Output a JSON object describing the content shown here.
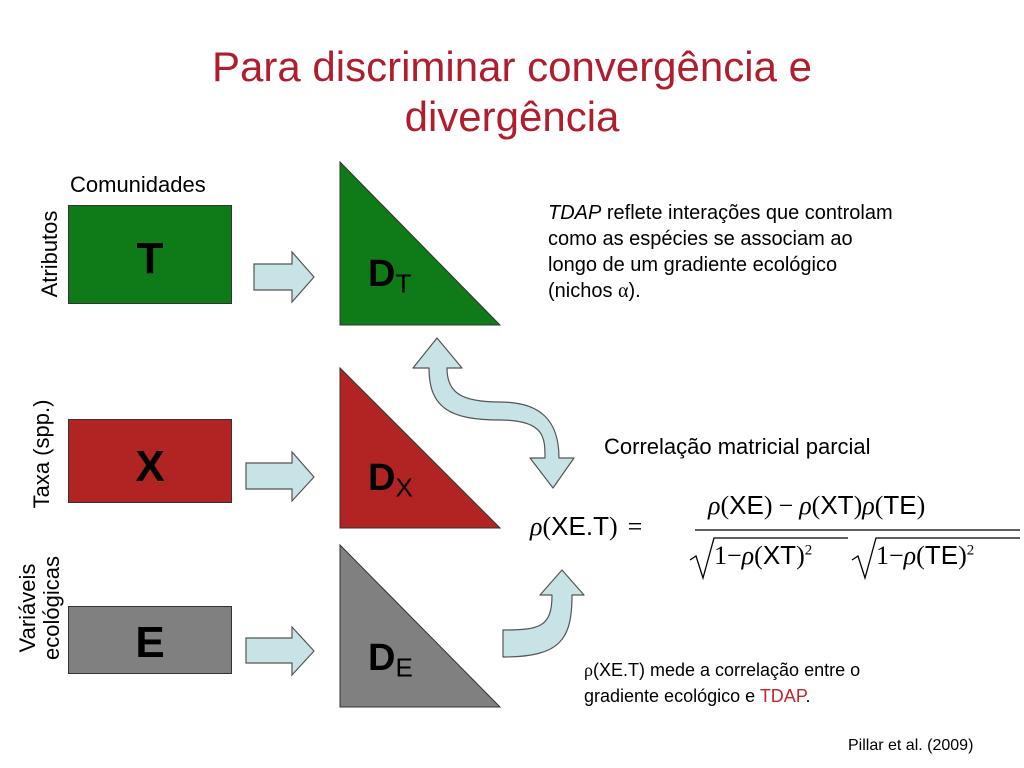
{
  "title": {
    "line1": "Para discriminar convergência e",
    "line2": "divergência"
  },
  "labels": {
    "comunidades": "Comunidades",
    "atributos": "Atributos",
    "taxa": "Taxa (spp.)",
    "variaveis_line1": "Variáveis",
    "variaveis_line2": "ecológicas"
  },
  "matrices": {
    "T": "T",
    "X": "X",
    "E": "E"
  },
  "distance_matrices": {
    "dt_main": "D",
    "dt_sub": "T",
    "dx_main": "D",
    "dx_sub": "X",
    "de_main": "D",
    "de_sub": "E"
  },
  "tdap_note": {
    "italic": "TDAP",
    "line1_rest": " reflete interações que controlam",
    "line2": "como as espécies se associam ao",
    "line3": "longo de um gradiente ecológico",
    "line4_start": "(nichos ",
    "alpha": "α",
    "line4_end": ")."
  },
  "correlation_heading": "Correlação matricial parcial",
  "formula": {
    "rho": "ρ",
    "lhs_args": "XE.T",
    "equals": "=",
    "num_a": "XE",
    "minus": "−",
    "num_b": "XT",
    "num_c": "TE",
    "one": "1",
    "den_a": "XT",
    "den_b": "TE",
    "sq": "2"
  },
  "bottom_note": {
    "rho": "ρ",
    "part1": "(XE.T) mede a correlação entre o",
    "part2": "gradiente ecológico e ",
    "tdap": "TDAP",
    "period": "."
  },
  "citation": "Pillar et al. (2009)",
  "colors": {
    "title": "#b01e2e",
    "green": "#0f7a18",
    "red": "#b22323",
    "gray": "#808080",
    "arrow_fill": "#c8e3e6",
    "arrow_stroke": "#555555",
    "tdap_red": "#c0282b"
  }
}
